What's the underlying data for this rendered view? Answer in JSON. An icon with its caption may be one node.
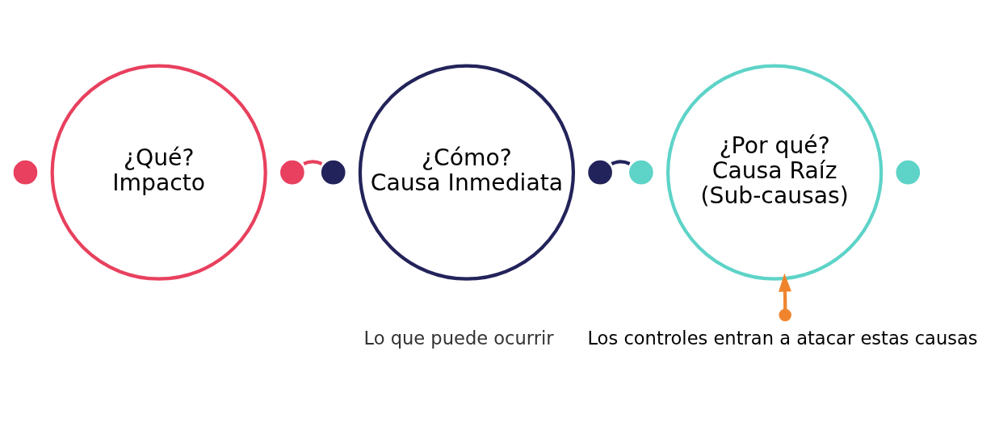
{
  "diagram": {
    "nodes": [
      {
        "text": [
          "¿Qué?",
          "Impacto"
        ]
      },
      {
        "text": [],
        "shape": "circle"
      },
      {
        "text": [],
        "shape": "circle"
      },
      {
        "text": [
          "¿Cómo?",
          "Causa Inmediata"
        ]
      },
      {
        "text": [],
        "shape": "circle"
      },
      {
        "text": [],
        "shape": "circle"
      },
      {
        "text": [
          "¿Por qué?",
          "Causa Raíz",
          "(Sub-causas)"
        ]
      },
      {
        "text": [],
        "shape": "circle"
      },
      {
        "text": [],
        "shape": "circle"
      },
      {
        "text": [
          "Los controles entran a atacar estas causas"
        ]
      }
    ],
    "edges": [
      {
        "from": 2,
        "to": 4,
        "arrow": "none",
        "color": "#e8405e"
      },
      {
        "from": 5,
        "to": 7,
        "arrow": "none",
        "color": "#23235b"
      },
      {
        "from": 9,
        "to": 6,
        "arrow": "to",
        "color": "#f0842c"
      }
    ],
    "labels": [
      "Lo que puede ocurrir"
    ]
  }
}
